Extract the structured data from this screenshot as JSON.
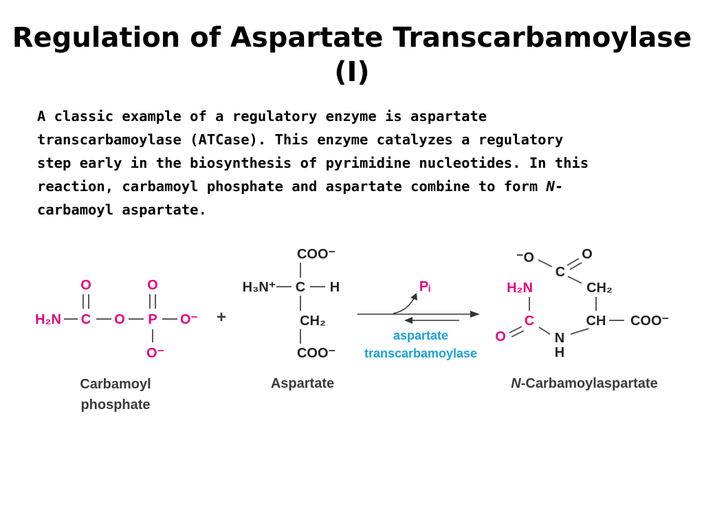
{
  "slide": {
    "title": "Regulation of Aspartate Transcarbamoylase (I)",
    "body_lines": [
      "A classic example of a regulatory enzyme is aspartate",
      "transcarbamoylase (ATCase). This enzyme catalyzes a regulatory",
      "step early in the biosynthesis of pyrimidine nucleotides. In this",
      "reaction, carbamoyl phosphate and aspartate combine to form ",
      "carbamoyl aspartate."
    ],
    "body_italic": "N",
    "body_hyphen": "-"
  },
  "reaction": {
    "colors": {
      "magenta": "#e6007e",
      "blue": "#1ba1d8",
      "black": "#222222",
      "grey": "#5a5a5a"
    },
    "carbamoyl_phosphate": {
      "name_line1": "Carbamoyl",
      "name_line2": "phosphate",
      "h2n": "H₂N",
      "c": "C",
      "o": "O",
      "p": "P",
      "o_minus": "O⁻"
    },
    "plus": "+",
    "aspartate": {
      "name": "Aspartate",
      "coo_top": "COO⁻",
      "h3n_plus": "H₃N⁺",
      "c": "C",
      "h": "H",
      "ch2": "CH₂",
      "coo_bottom": "COO⁻"
    },
    "arrow": {
      "byproduct": "Pᵢ",
      "enzyme_line1": "aspartate",
      "enzyme_line2": "transcarbamoylase"
    },
    "product": {
      "name_italic": "N",
      "name_rest": "-Carbamoylaspartate",
      "o_minus": "⁻O",
      "c": "C",
      "o": "O",
      "ch2": "CH₂",
      "h2n": "H₂N",
      "ch": "CH",
      "coo": "COO⁻",
      "n": "N",
      "h": "H"
    }
  }
}
